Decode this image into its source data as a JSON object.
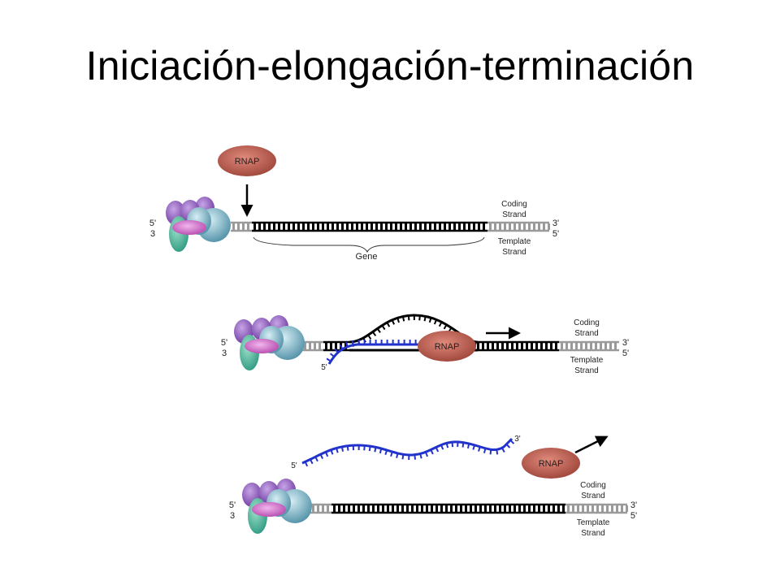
{
  "slide": {
    "title": "Iniciación-elongación-terminación"
  },
  "colors": {
    "dna_strand": "#000000",
    "dna_flank": "#9a9a9a",
    "rna": "#2233cc",
    "rnap": "#b85a4e",
    "arrow": "#000000"
  },
  "panel_initiation": {
    "rnap_label": "RNAP",
    "left_5": "5'",
    "left_3": "3",
    "right_3": "3'",
    "right_5": "5'",
    "coding_line1": "Coding",
    "coding_line2": "Strand",
    "template_line1": "Template",
    "template_line2": "Strand",
    "gene_label": "Gene"
  },
  "panel_elongation": {
    "rnap_label": "RNAP",
    "left_5": "5'",
    "left_3": "3",
    "right_3": "3'",
    "right_5": "5'",
    "rna_5": "5'",
    "coding_line1": "Coding",
    "coding_line2": "Strand",
    "template_line1": "Template",
    "template_line2": "Strand"
  },
  "panel_termination": {
    "rnap_label": "RNAP",
    "left_5": "5'",
    "left_3": "3",
    "right_3": "3'",
    "right_5": "5'",
    "rna_5": "5'",
    "rna_3": "3'",
    "coding_line1": "Coding",
    "coding_line2": "Strand",
    "template_line1": "Template",
    "template_line2": "Strand"
  }
}
